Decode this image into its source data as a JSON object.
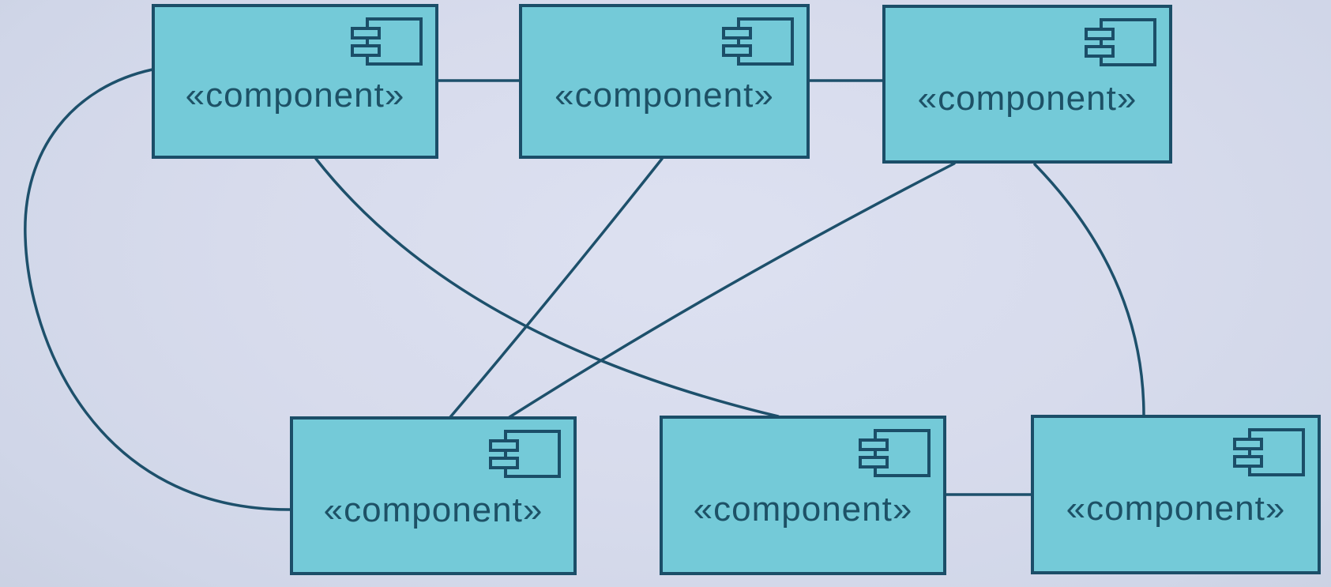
{
  "diagram": {
    "type": "UML component diagram",
    "stereotype_label": "«component»",
    "colors": {
      "node_fill": "#74cad8",
      "node_border": "#1b4e68",
      "connector": "#1d506b",
      "label_text": "#1d5166",
      "background": "#d7dbec"
    },
    "components": [
      {
        "id": "c1",
        "position": "top-left",
        "label": "«component»"
      },
      {
        "id": "c2",
        "position": "top-center",
        "label": "«component»"
      },
      {
        "id": "c3",
        "position": "top-right",
        "label": "«component»"
      },
      {
        "id": "c4",
        "position": "bottom-left",
        "label": "«component»"
      },
      {
        "id": "c5",
        "position": "bottom-center",
        "label": "«component»"
      },
      {
        "id": "c6",
        "position": "bottom-right",
        "label": "«component»"
      }
    ],
    "edges": [
      {
        "from": "c1",
        "to": "c2",
        "shape": "straight-horizontal"
      },
      {
        "from": "c2",
        "to": "c3",
        "shape": "straight-horizontal"
      },
      {
        "from": "c5",
        "to": "c6",
        "shape": "straight-horizontal"
      },
      {
        "from": "c1",
        "to": "c4",
        "shape": "large-left-arc"
      },
      {
        "from": "c1",
        "to": "c5",
        "shape": "diagonal-curve"
      },
      {
        "from": "c2",
        "to": "c4",
        "shape": "diagonal-curve"
      },
      {
        "from": "c3",
        "to": "c4",
        "shape": "diagonal-curve"
      },
      {
        "from": "c3",
        "to": "c6",
        "shape": "right-bulge-curve"
      }
    ]
  }
}
